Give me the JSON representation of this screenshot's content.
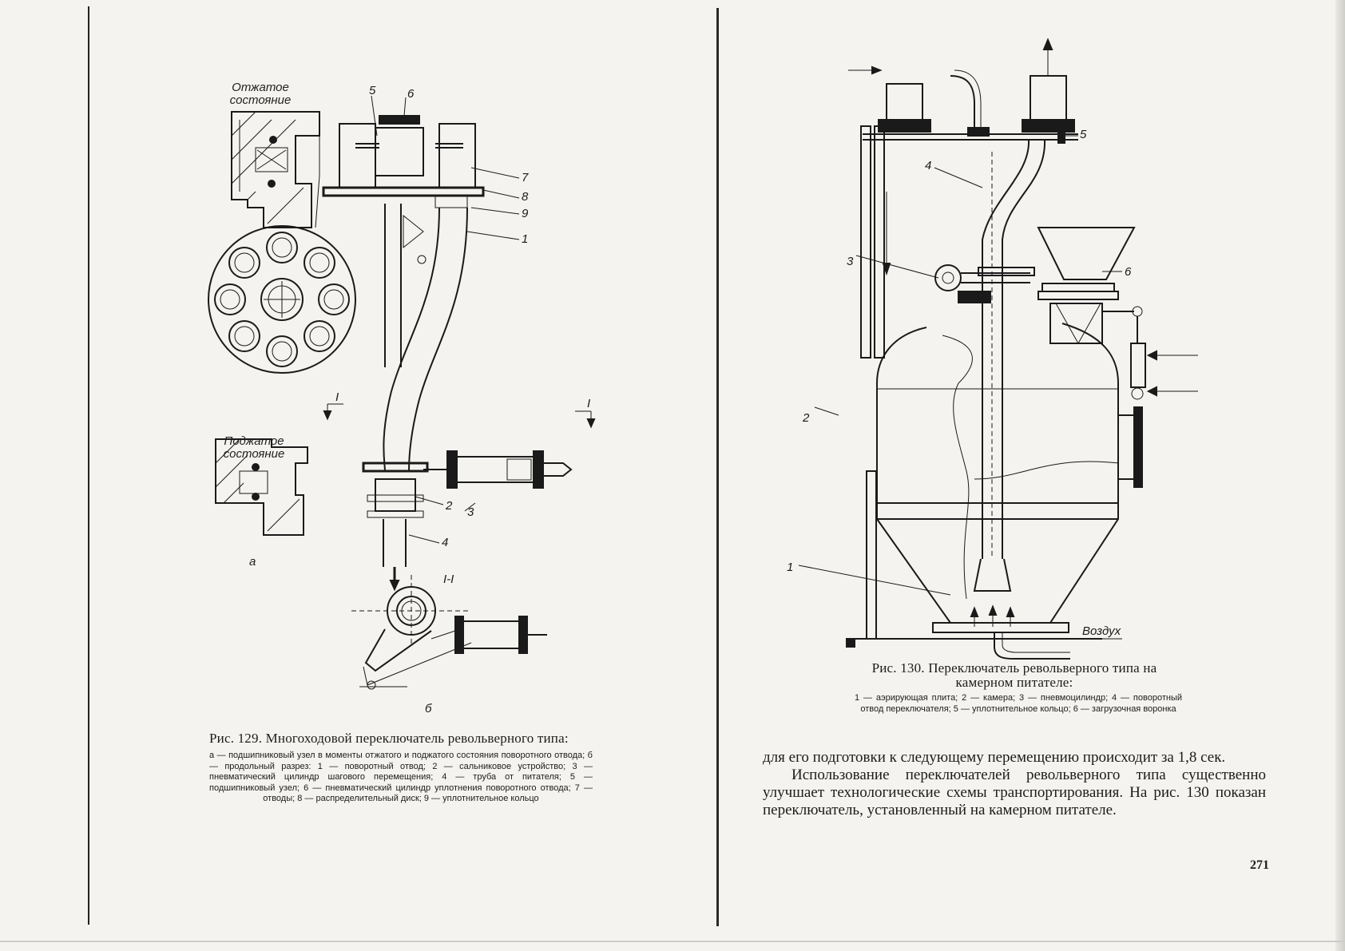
{
  "left_page": {
    "figure": {
      "label_released": "Отжатое состояние",
      "label_clamped": "Поджатое состояние",
      "view_a": "а",
      "view_b": "б",
      "section_marker": "I",
      "section_label": "I-I",
      "callouts": [
        "1",
        "2",
        "3",
        "4",
        "5",
        "6",
        "7",
        "8",
        "9"
      ]
    },
    "caption_title": "Рис. 129. Многоходовой переключатель револьверного типа:",
    "caption_legend": "а — подшипниковый узел в моменты отжатого и поджатого состояния поворотного отвода; б — продольный разрез: 1 — поворотный отвод; 2 — сальниковое устройство; 3 — пневматический цилиндр шагового перемещения; 4 — труба от питателя; 5 — подшипниковый узел; 6 — пневматический цилиндр уплотнения поворотного отвода; 7 — отводы; 8 — распределительный диск; 9 — уплотнительное кольцо"
  },
  "right_page": {
    "figure": {
      "callouts": [
        "1",
        "2",
        "3",
        "4",
        "5",
        "6"
      ],
      "air_label": "Воздух"
    },
    "caption_title": "Рис. 130. Переключатель револьверного типа на камерном питателе:",
    "caption_legend": "1 — аэрирующая плита; 2 — камера; 3 — пневмоцилиндр; 4 — поворотный отвод переключателя; 5 — уплотнительное кольцо; 6 — загрузочная воронка",
    "paragraph_1": "для его подготовки к следующему перемещению происходит за 1,8 сек.",
    "paragraph_2": "Использование переключателей револьверного типа существенно улучшает технологические схемы транспортирования. На рис. 130 показан переключатель, установленный на камерном питателе.",
    "page_number": "271"
  }
}
